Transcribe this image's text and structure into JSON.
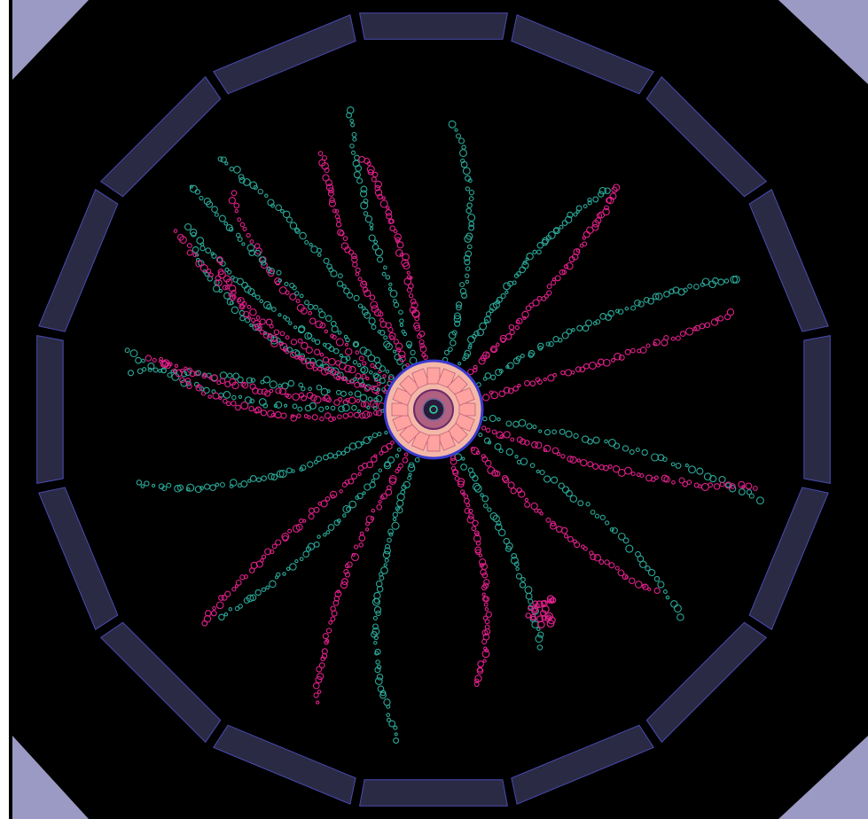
{
  "colors": {
    "background": "#000000",
    "border_strip": "#ffffff",
    "corner_fill": "#9a9ac4",
    "calorimeter_module": "#2a2a44",
    "calorimeter_edge": "#4a4ab4",
    "hit_magenta": "#e0208a",
    "hit_teal": "#2aa898",
    "core_fill": "#f4b8a8",
    "core_ring": "#3a3ad0",
    "core_segment": "#ffa3a0",
    "core_center": "#2a1a3a"
  },
  "icons": {
    "corners": "corner-triangle",
    "detector": "octagonal-polygon-ring",
    "vertex": "circular-tracker-core"
  }
}
